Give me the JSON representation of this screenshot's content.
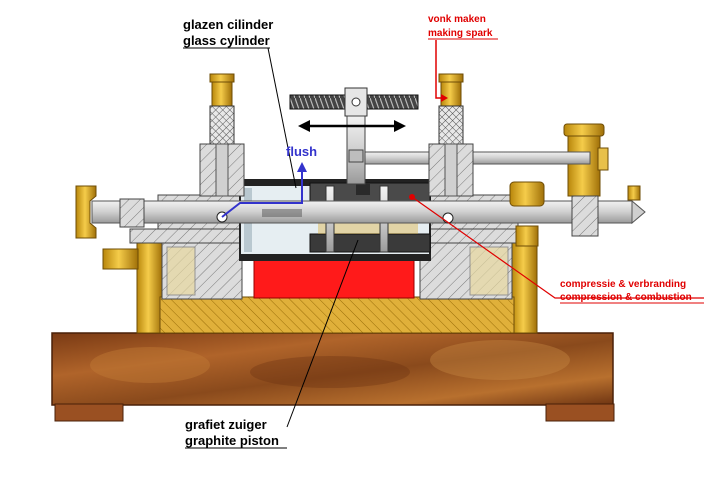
{
  "labels": {
    "glass_cylinder_nl": "glazen cilinder",
    "glass_cylinder_en": "glass cylinder",
    "spark_nl": "vonk maken",
    "spark_en": "making spark",
    "flush": "flush",
    "compression_nl": "compressie & verbranding",
    "compression_en": "compression & combustion",
    "piston_nl": "grafiet zuiger",
    "piston_en": "graphite piston"
  },
  "colors": {
    "brass": "#d9a21b",
    "brass_dark": "#a87a0c",
    "steel": "#cfcfcf",
    "steel_dark": "#8a8a8a",
    "graphite": "#3a3a3a",
    "combustion_red": "#ff1a1a",
    "wood": "#8e4a1c",
    "wood_light": "#b56a2e",
    "annotation_red": "#e00000",
    "flush_blue": "#3333cc"
  },
  "icons": [
    "double-arrow-icon",
    "flush-arrow-icon",
    "spark-plug-icon",
    "threaded-rod-icon"
  ]
}
